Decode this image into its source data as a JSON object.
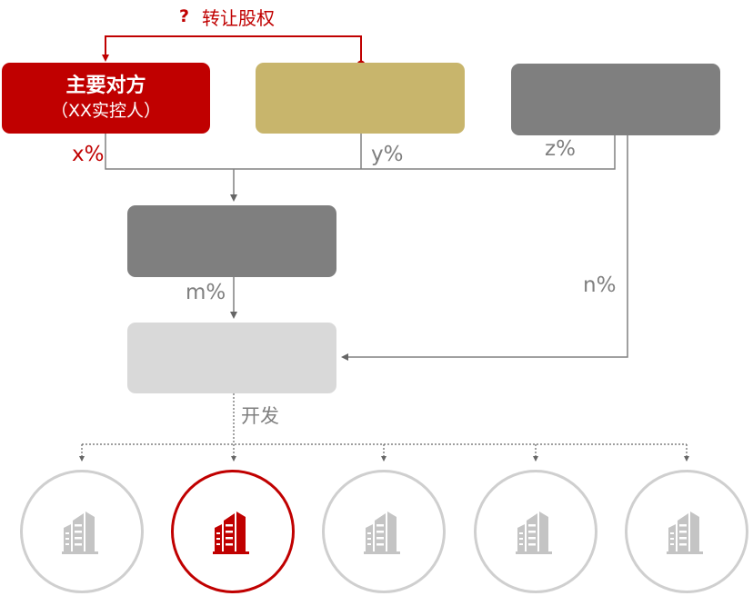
{
  "colors": {
    "accent_red": "#c00000",
    "gold": "#c8b56c",
    "dark_gray": "#7f7f7f",
    "light_gray": "#d9d9d9",
    "line_gray": "#808080",
    "label_gray": "#7f7f7f",
    "circle_gray_border": "#cfcfcf",
    "icon_gray": "#c4c4c4"
  },
  "transfer": {
    "question_mark": "?",
    "label": "转让股权"
  },
  "main_party": {
    "title": "主要对方",
    "subtitle": "（XX实控人）"
  },
  "edges": {
    "x": "x%",
    "y": "y%",
    "z": "z%",
    "m": "m%",
    "n": "n%",
    "develop": "开发"
  },
  "projects": [
    {
      "icon": "building-icon",
      "highlighted": false
    },
    {
      "icon": "building-icon",
      "highlighted": true
    },
    {
      "icon": "building-icon",
      "highlighted": false
    },
    {
      "icon": "building-icon",
      "highlighted": false
    },
    {
      "icon": "building-icon",
      "highlighted": false
    }
  ]
}
